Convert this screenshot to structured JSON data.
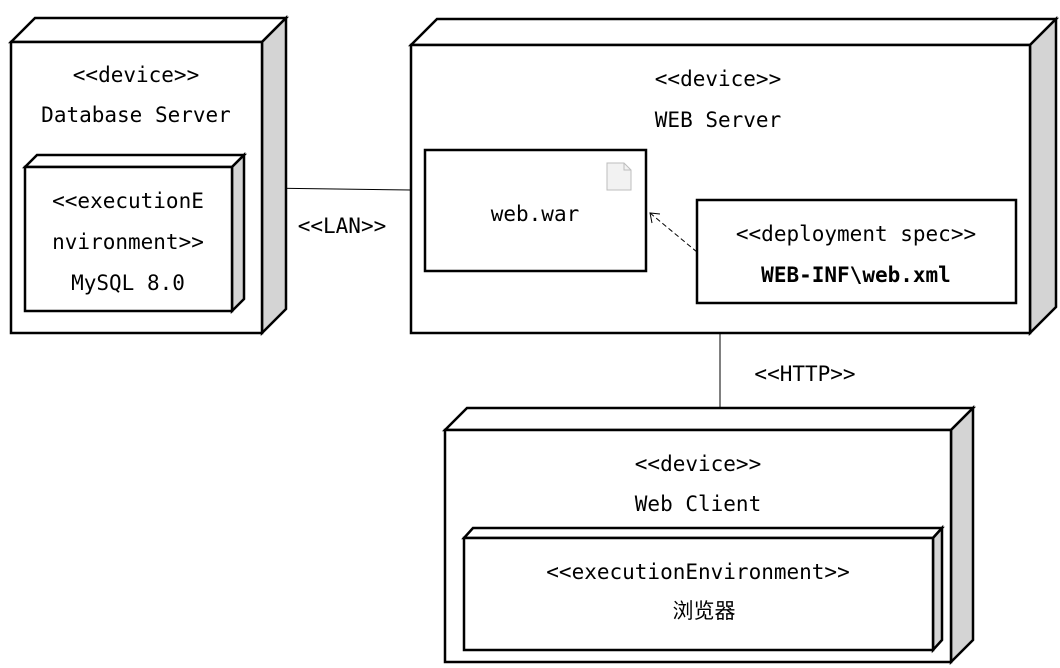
{
  "colors": {
    "stroke": "#000000",
    "node_face": "#ffffff",
    "node_side": "#d4d4d4",
    "artifact_icon": "#f2f2f2"
  },
  "nodes": {
    "database_server": {
      "stereotype": "<<device>>",
      "name": "Database Server",
      "env": {
        "line1": "<<executionE",
        "line2": "nvironment>>",
        "name": "MySQL 8.0"
      }
    },
    "web_server": {
      "stereotype": "<<device>>",
      "name": "WEB Server",
      "artifact": {
        "name": "web.war",
        "icon": "document-icon"
      },
      "spec": {
        "stereotype": "<<deployment spec>>",
        "name": "WEB-INF\\web.xml"
      }
    },
    "web_client": {
      "stereotype": "<<device>>",
      "name": "Web Client",
      "env": {
        "stereotype": "<<executionEnvironment>>",
        "name": "浏览器"
      }
    }
  },
  "links": {
    "lan": "<<LAN>>",
    "http": "<<HTTP>>"
  }
}
